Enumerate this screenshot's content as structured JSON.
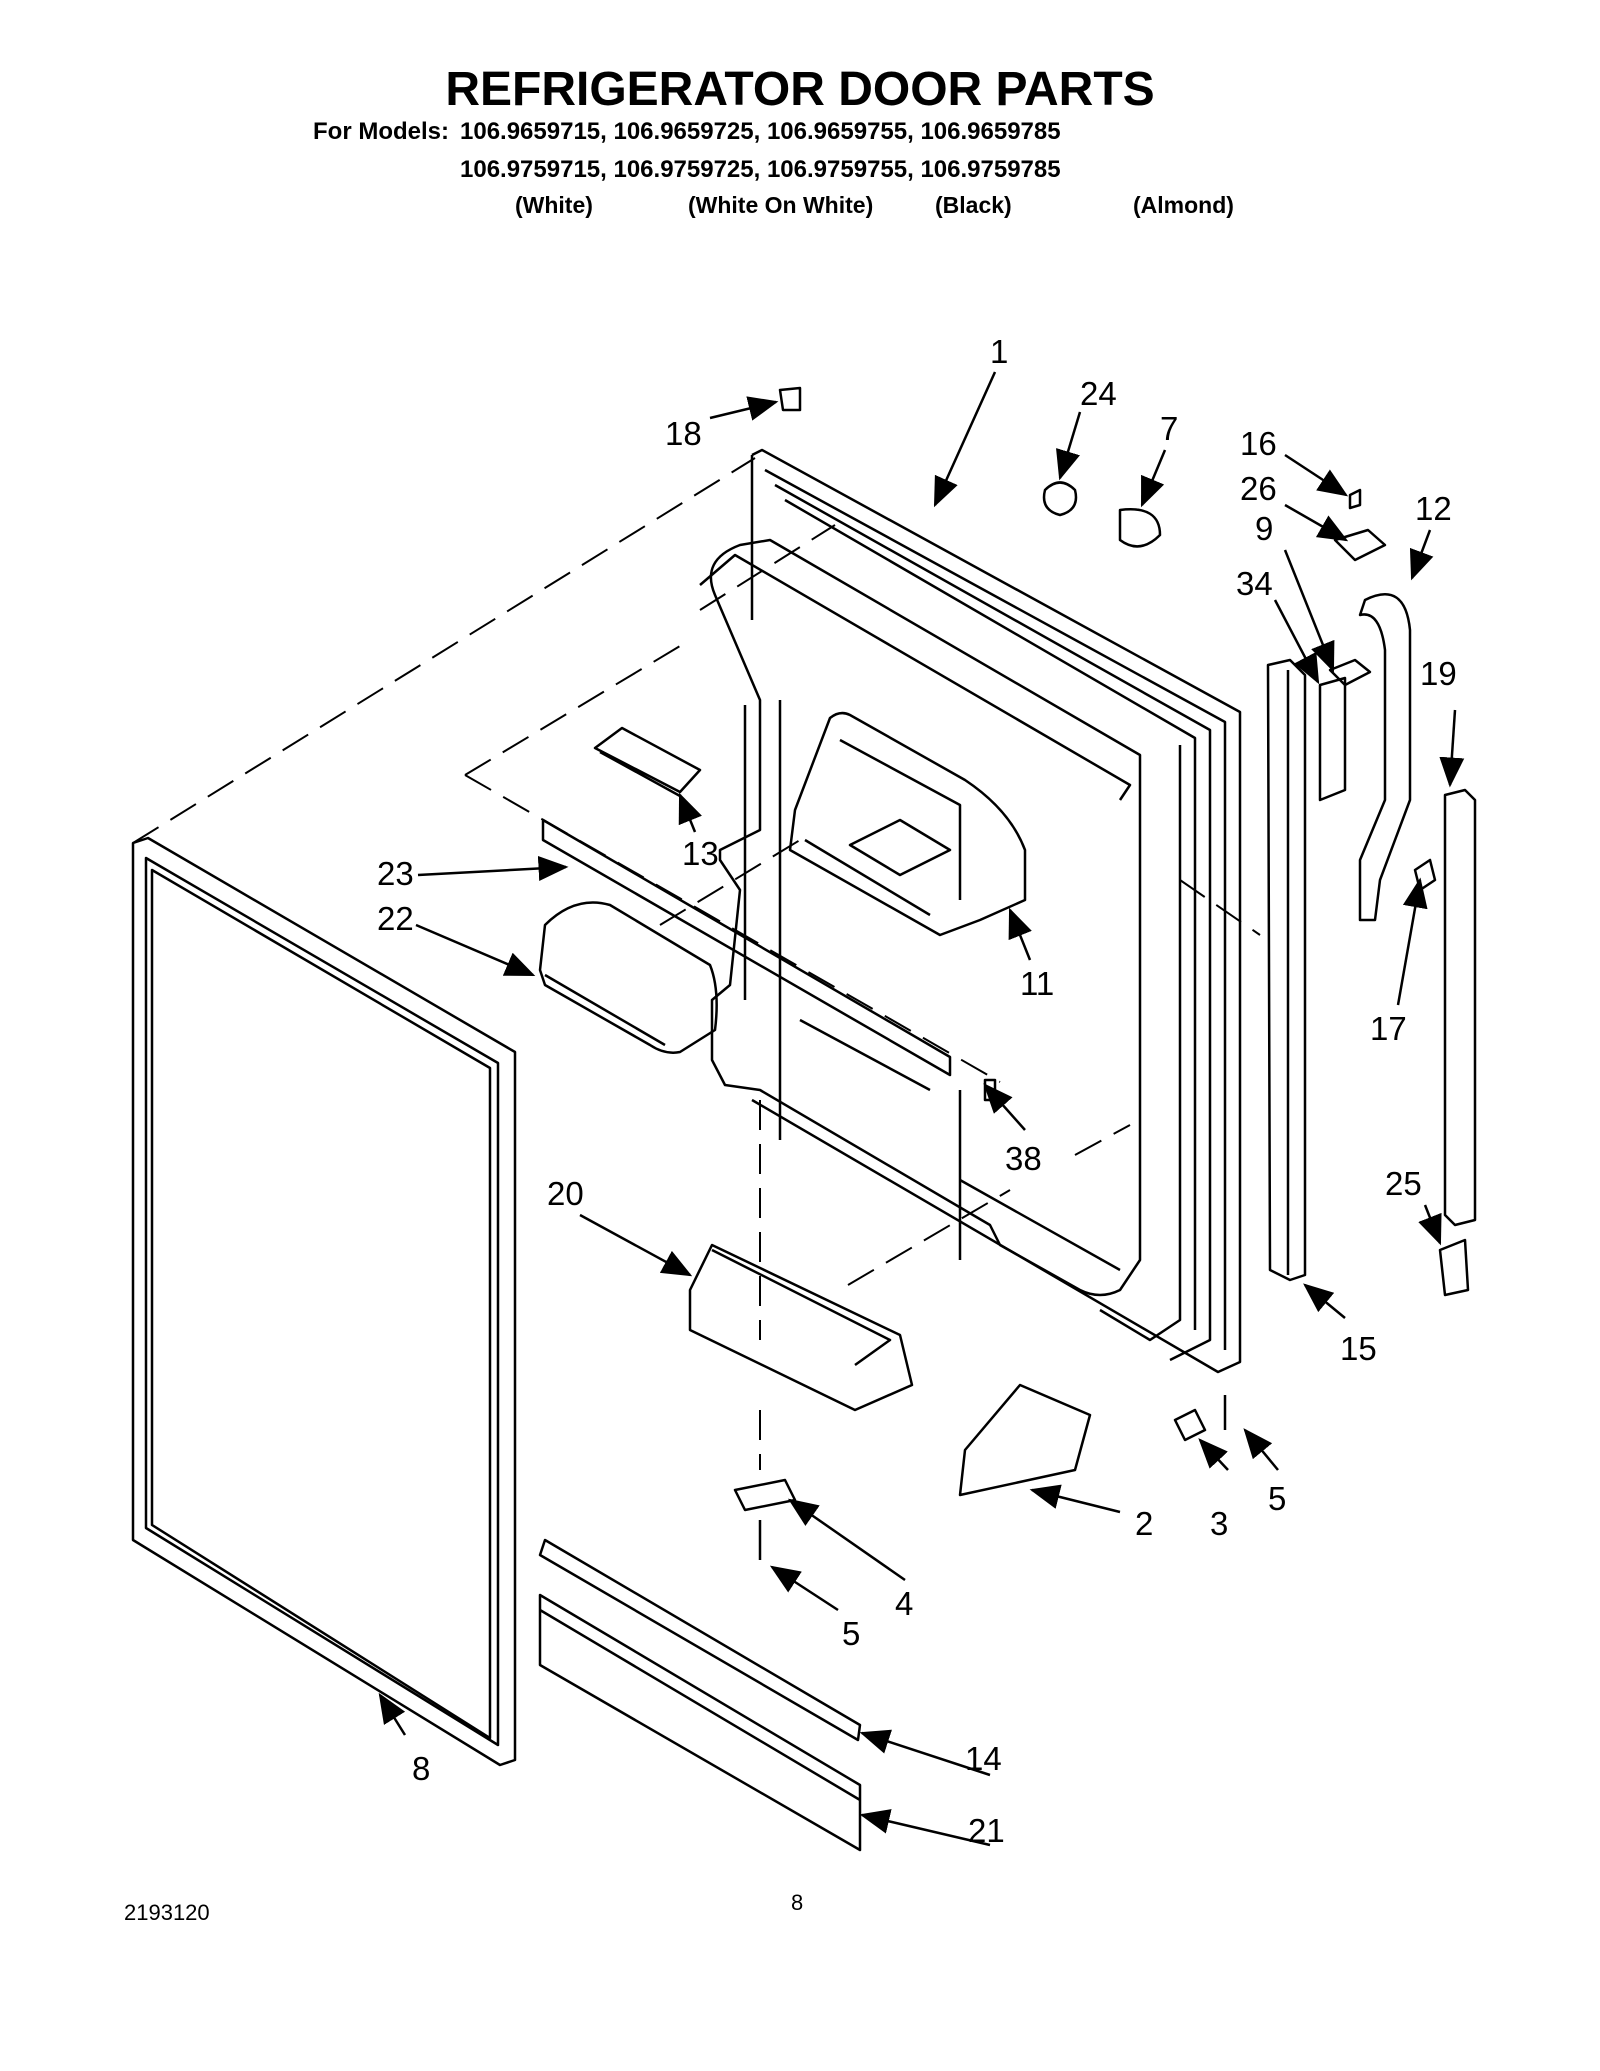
{
  "header": {
    "title": "REFRIGERATOR DOOR PARTS",
    "models_label": "For Models:",
    "model_row_1": "106.9659715, 106.9659725, 106.9659755, 106.9659785",
    "model_row_2": "106.9759715, 106.9759725, 106.9759755, 106.9759785",
    "colors": [
      "(White)",
      "(White On White)",
      "(Black)",
      "(Almond)"
    ]
  },
  "callouts": {
    "c1": "1",
    "c2": "2",
    "c3": "3",
    "c4": "4",
    "c5a": "5",
    "c5b": "5",
    "c7": "7",
    "c8": "8",
    "c9": "9",
    "c11": "11",
    "c12": "12",
    "c13": "13",
    "c14": "14",
    "c15": "15",
    "c16": "16",
    "c17": "17",
    "c18": "18",
    "c19": "19",
    "c20": "20",
    "c21": "21",
    "c22": "22",
    "c23": "23",
    "c24": "24",
    "c25": "25",
    "c26": "26",
    "c34": "34",
    "c38": "38"
  },
  "footer": {
    "doc_number": "2193120",
    "page_number": "8"
  }
}
